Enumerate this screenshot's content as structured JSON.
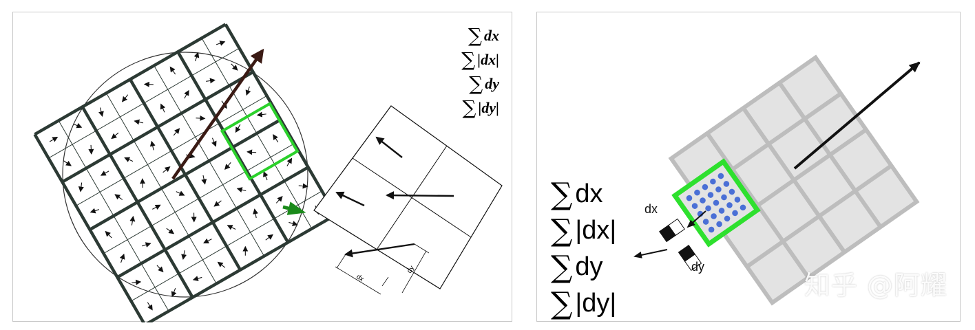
{
  "left_panel": {
    "formulas": [
      "dx",
      "|dx|",
      "dy",
      "|dy|"
    ],
    "subregion_labels": {
      "dx": "dx",
      "dy": "dy"
    },
    "highlight_color": "#22cc22",
    "main_arrow_color": "#3a1a14"
  },
  "right_panel": {
    "formulas": [
      "dx",
      "|dx|",
      "dy",
      "|dy|"
    ],
    "filter_labels": {
      "dx": "dx",
      "dy": "dy"
    },
    "highlight_color": "#22dd22",
    "tile_color": "#e3e3e3",
    "dot_color": "#4a6fd6",
    "watermark": "知乎 @阿耀"
  },
  "sigma_symbol": "∑"
}
